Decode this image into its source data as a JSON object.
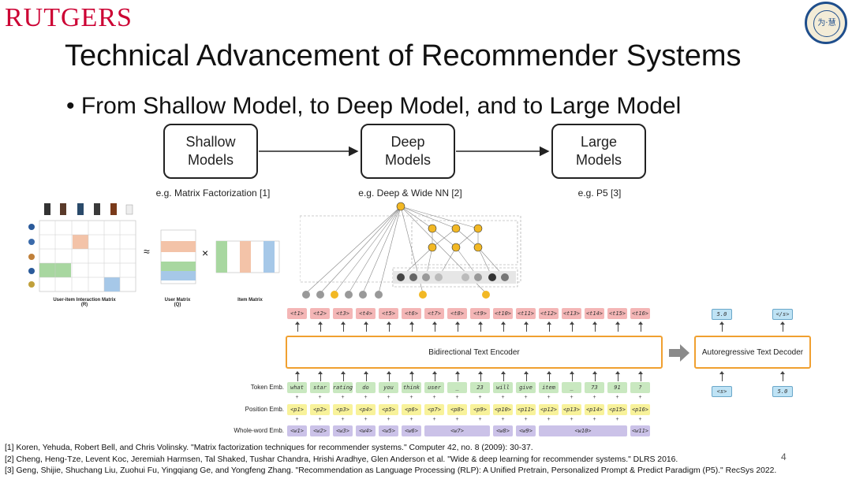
{
  "header": {
    "logo_text": "RUTGERS",
    "seal_text": "为·慧",
    "title": "Technical Advancement of Recommender Systems",
    "bullet": "• From Shallow Model, to Deep Model, and to Large Model"
  },
  "stages": [
    {
      "line1": "Shallow",
      "line2": "Models",
      "caption": "e.g. Matrix Factorization [1]"
    },
    {
      "line1": "Deep",
      "line2": "Models",
      "caption": "e.g. Deep & Wide NN [2]"
    },
    {
      "line1": "Large",
      "line2": "Models",
      "caption": "e.g. P5 [3]"
    }
  ],
  "matrix_factorization": {
    "interaction_caption_1": "User-item Interaction Matrix",
    "interaction_caption_2": "(R)",
    "user_caption_1": "User Matrix",
    "user_caption_2": "(Q)",
    "item_caption": "Item Matrix",
    "approx_symbol": "≈",
    "times_symbol": "×"
  },
  "p5": {
    "output_tokens": [
      "<t1>",
      "<t2>",
      "<t3>",
      "<t4>",
      "<t5>",
      "<t6>",
      "<t7>",
      "<t8>",
      "<t9>",
      "<t10>",
      "<t11>",
      "<t12>",
      "<t13>",
      "<t14>",
      "<t15>",
      "<t16>"
    ],
    "encoder_label": "Bidirectional Text Encoder",
    "decoder_label": "Autoregressive Text Decoder",
    "decoder_outputs": [
      "5.0",
      "</s>"
    ],
    "decoder_inputs": [
      "<s>",
      "5.0"
    ],
    "token_emb_label": "Token Emb.",
    "position_emb_label": "Position Emb.",
    "wholeword_emb_label": "Whole-word Emb.",
    "token_emb": [
      "what",
      "star",
      "rating",
      "do",
      "you",
      "think",
      "user",
      "_",
      "23",
      "will",
      "give",
      "item",
      "_",
      "73",
      "91",
      "?"
    ],
    "position_emb": [
      "<p1>",
      "<p2>",
      "<p3>",
      "<p4>",
      "<p5>",
      "<p6>",
      "<p7>",
      "<p8>",
      "<p9>",
      "<p10>",
      "<p11>",
      "<p12>",
      "<p13>",
      "<p14>",
      "<p15>",
      "<p16>"
    ],
    "wholeword_emb": [
      "<w1>",
      "<w2>",
      "<w3>",
      "<w4>",
      "<w5>",
      "<w6>",
      "<w7>",
      "<w8>",
      "<w9>",
      "<w10>",
      "<w11>"
    ]
  },
  "references": [
    "[1] Koren, Yehuda, Robert Bell, and Chris Volinsky. \"Matrix factorization techniques for recommender systems.\" Computer 42, no. 8 (2009): 30-37.",
    "[2] Cheng, Heng-Tze, Levent Koc, Jeremiah Harmsen, Tal Shaked, Tushar Chandra, Hrishi Aradhye, Glen Anderson et al. \"Wide & deep learning for recommender systems.\" DLRS 2016.",
    "[3] Geng, Shijie, Shuchang Liu, Zuohui Fu, Yingqiang Ge, and Yongfeng Zhang. \"Recommendation as Language Processing (RLP): A Unified Pretrain, Personalized Prompt & Predict Paradigm (P5).\" RecSys 2022."
  ],
  "page_number": "4",
  "colors": {
    "rutgers_red": "#cc0033",
    "encoder_border": "#f0a030",
    "node_yellow": "#f2b824"
  }
}
